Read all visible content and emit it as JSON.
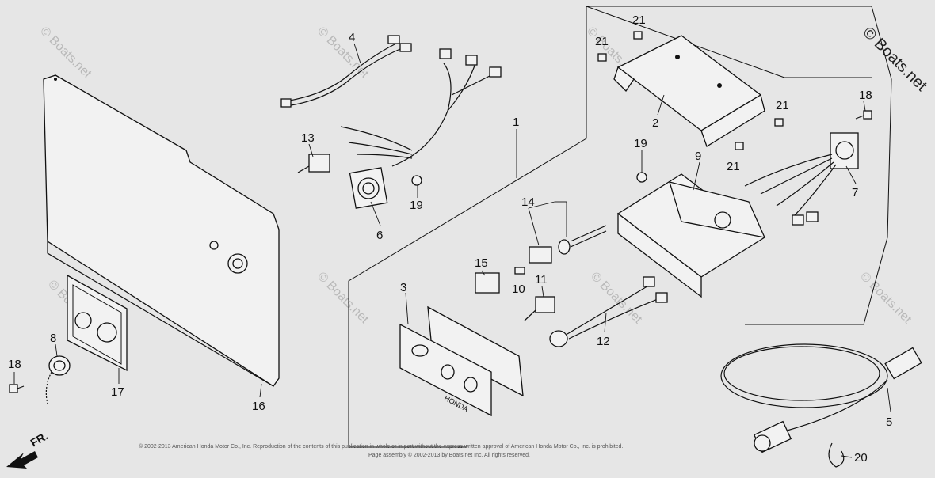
{
  "diagram": {
    "callouts": {
      "c1": "1",
      "c2": "2",
      "c3": "3",
      "c4": "4",
      "c5": "5",
      "c6": "6",
      "c7": "7",
      "c8": "8",
      "c9": "9",
      "c10": "10",
      "c11": "11",
      "c12": "12",
      "c13": "13",
      "c14": "14",
      "c15": "15",
      "c16": "16",
      "c17": "17",
      "c18a": "18",
      "c18b": "18",
      "c19a": "19",
      "c19b": "19",
      "c20": "20",
      "c21a": "21",
      "c21b": "21",
      "c21c": "21",
      "c21d": "21"
    },
    "watermark": "© Boats.net",
    "watermark_corner": "© Boats.net",
    "front_label": "FR.",
    "brand_stamp": "HONDA",
    "copyright_line1": "© 2002-2013 American Honda Motor Co., Inc. Reproduction of the contents of this publication in whole or in part without the express written approval of American Honda Motor Co., Inc. is prohibited.",
    "copyright_line2": "Page assembly © 2002-2013 by Boats.net Inc. All rights reserved."
  }
}
